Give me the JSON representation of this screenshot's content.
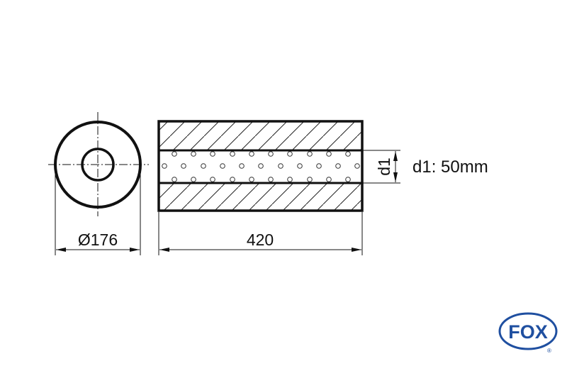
{
  "drawing": {
    "end_view": {
      "outer_diameter_label": "Ø176"
    },
    "side_view": {
      "length_label": "420",
      "inner_dim_label": "d1"
    },
    "spec": {
      "d1_text": "d1: 50mm"
    }
  },
  "logo": {
    "text": "FOX",
    "registered": "®",
    "color": "#1f4fa0"
  },
  "colors": {
    "line": "#111111",
    "background": "#ffffff"
  }
}
